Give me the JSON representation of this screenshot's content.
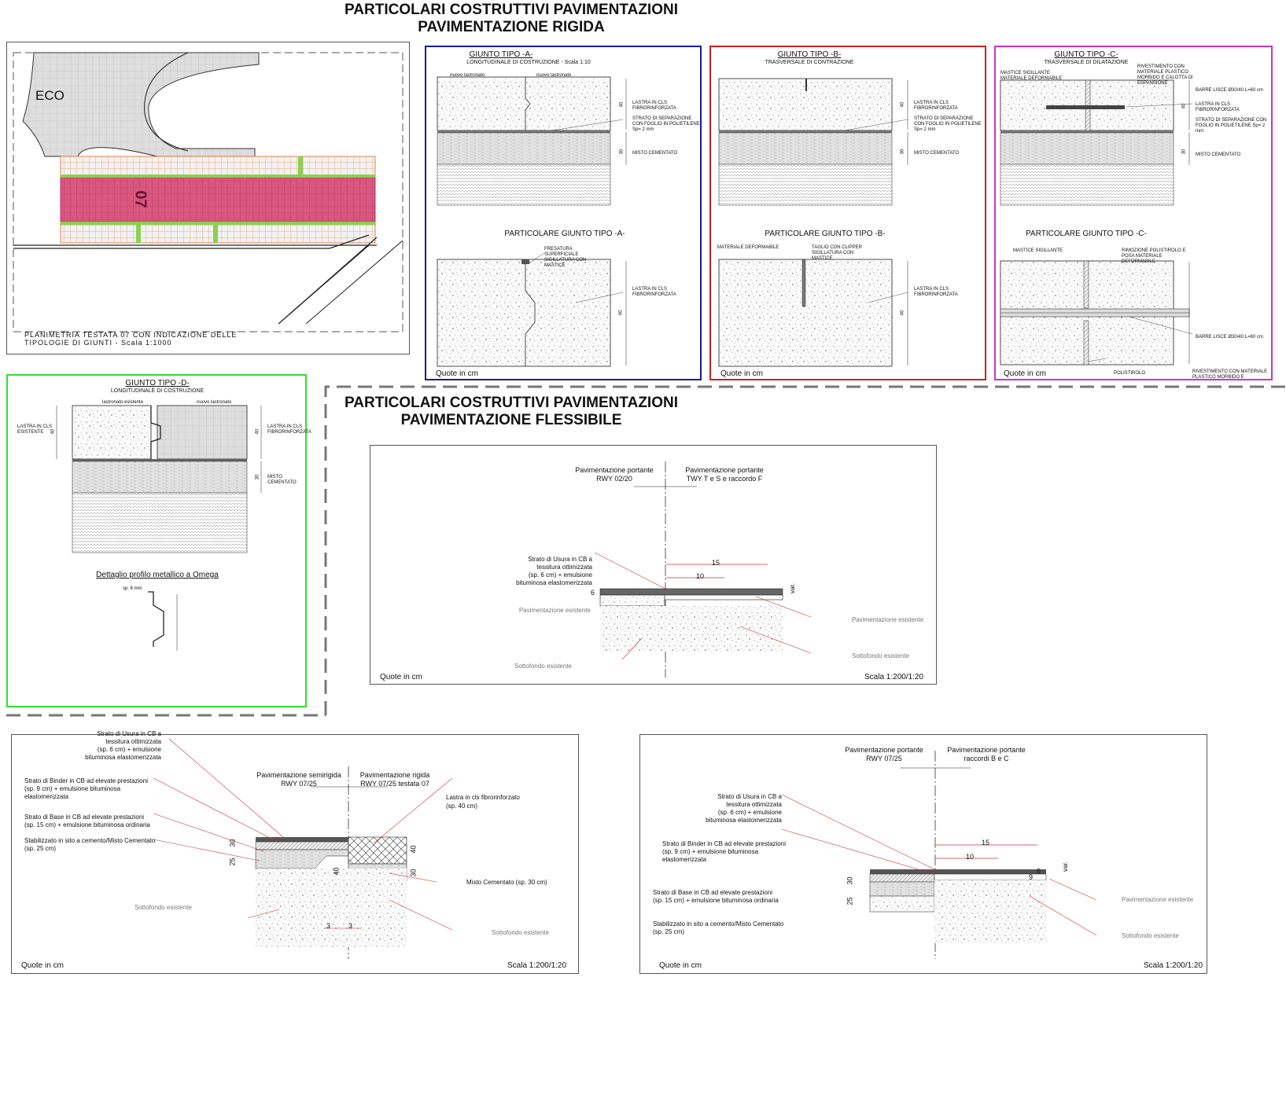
{
  "titles": {
    "rigid_line1": "PARTICOLARI COSTRUTTIVI PAVIMENTAZIONI",
    "rigid_line2": "PAVIMENTAZIONE RIGIDA",
    "flex_line1": "PARTICOLARI COSTRUTTIVI PAVIMENTAZIONI",
    "flex_line2": "PAVIMENTAZIONE FLESSIBILE"
  },
  "plan": {
    "label_eco": "ECO",
    "runway_label": "07",
    "caption1": "PLANIMETRIA TESTATA 07 CON INDICAZIONE DELLE",
    "caption2": "TIPOLOGIE DI GIUNTI - Scala 1:1000"
  },
  "joint_a": {
    "title": "GIUNTO TIPO -A-",
    "subtitle": "LONGITUDINALE DI COSTRUZIONE - Scala 1:10",
    "top_left": "nuovo lastronato",
    "top_right": "nuovo lastronato",
    "lbl_slab": "LASTRA IN CLS FIBRORINFORZATA",
    "lbl_sep": "STRATO DI SEPARAZIONE CON FOGLIO IN POLIETILENE Sp= 2 mm",
    "lbl_misto": "MISTO CEMENTATO",
    "dim_40": "40",
    "dim_30": "30",
    "detail_title": "PARTICOLARE GIUNTO TIPO -A-",
    "detail_lbl1": "FRESATURA SUPERFICIALE SIGILLATURA CON MASTICE",
    "detail_lbl2": "LASTRA IN CLS FIBRORINFORZATA",
    "detail_dim": "40",
    "quote": "Quote in cm"
  },
  "joint_b": {
    "title": "GIUNTO TIPO -B-",
    "subtitle": "TRASVERSALE DI CONTRAZIONE",
    "lbl_slab": "LASTRA IN CLS FIBRORINFORZATA",
    "lbl_sep": "STRATO DI SEPARAZIONE CON FOGLIO IN POLIETILENE Sp= 2 mm",
    "lbl_misto": "MISTO CEMENTATO",
    "dim_40": "40",
    "dim_30": "30",
    "detail_title": "PARTICOLARE GIUNTO TIPO -B-",
    "detail_lbl0": "MATERIALE DEFORMABILE",
    "detail_lbl1": "TAGLIO CON CLIPPER SIGILLATURA CON MASTICE",
    "detail_lbl2": "LASTRA IN CLS FIBRORINFORZATA",
    "detail_dim": "40",
    "quote": "Quote in cm"
  },
  "joint_c": {
    "title": "GIUNTO TIPO -C-",
    "subtitle": "TRASVERSALE DI DILATAZIONE",
    "lbl_mastice": "MASTICE SIGILLANTE",
    "lbl_deform": "MATERIALE DEFORMABILE",
    "lbl_rivest": "RIVESTIMENTO CON MATERIALE PLASTICO MORBIDO E CALOTTA DI ESPANSIONE",
    "lbl_barre": "BARRE LISCE Ø30/40 L=60 cm",
    "lbl_slab": "LASTRA IN CLS FIBRORINFORZATA",
    "lbl_sep": "STRATO DI SEPARAZIONE CON FOGLIO IN POLIETILENE Sp= 2 mm",
    "lbl_misto": "MISTO CEMENTATO",
    "dim_40": "40",
    "dim_30": "30",
    "detail_title": "PARTICOLARE GIUNTO TIPO -C-",
    "detail_lbl_mastice": "MASTICE SIGILLANTE",
    "detail_lbl_rimoz": "RIMOZIONE POLISTIROLO E POSA MATERIALE DEFORMABILE",
    "detail_lbl_barre": "BARRE LISCE Ø30/40 L=60 cm",
    "detail_lbl_poli": "POLISTIROLO",
    "detail_lbl_rivest": "RIVESTIMENTO CON MATERIALE PLASTICO MORBIDO E",
    "quote": "Quote in cm"
  },
  "joint_d": {
    "title": "GIUNTO TIPO -D-",
    "subtitle": "LONGITUDINALE DI COSTRUZIONE",
    "top_left": "lastronato esistente",
    "top_right": "nuovo lastronato",
    "lbl_left": "LASTRA IN CLS ESISTENTE",
    "lbl_right": "LASTRA IN CLS FIBRORINFORZATA",
    "lbl_misto": "MISTO CEMENTATO",
    "dim_40": "40",
    "dim_30": "30",
    "omega_title": "Dettaglio profilo metallico a Omega",
    "omega_sp": "sp. 6 mm"
  },
  "flex_main": {
    "left_head": "Pavimentazione portante\nRWY 02/20",
    "right_head": "Pavimentazione portante\nTWY T e S e raccordo F",
    "usura": "Strato di Usura in CB a\ntessitura ottimizzata\n(sp. 6 cm) + emulsione\nbituminosa elastomerizzata",
    "pav_esist_left": "Pavimentazione esistente",
    "sottofondo_left": "Sottofondo esistente",
    "pav_esist_right": "Pavimentazione esistente",
    "sottofondo_right": "Sottofondo esistente",
    "dim_15": "15",
    "dim_10": "10",
    "dim_6": "6",
    "dim_var": "var.",
    "quote": "Quote in cm",
    "scale": "Scala 1:200/1:20"
  },
  "flex_left": {
    "left_head": "Pavimentazione semirigida\nRWY 07/25",
    "right_head": "Pavimentazione rigida\nRWY 07/25 testata 07",
    "usura": "Strato di Usura in CB a\ntessitura ottimizzata\n(sp. 6 cm) + emulsione\nbituminosa elastomerizzata",
    "binder": "Strato di Binder in CB ad elevate prestazioni\n(sp. 9 cm) + emulsione bituminosa\nelastomerizzata",
    "base": "Strato di Base in CB ad elevate prestazioni\n(sp. 15 cm) + emulsione bituminosa ordinaria",
    "stabil": "Stabilizzato in sito a cemento/Misto Cementato\n(sp. 25 cm)",
    "sottofondo": "Sottofondo esistente",
    "lastra": "Lastra in cls fibrorinforzato\n(sp. 40 cm)",
    "misto": "Misto Cementato (sp. 30 cm)",
    "sottofondo_right": "Sottofondo esistente",
    "dim_30": "30",
    "dim_25": "25",
    "dim_40": "40",
    "dim_40b": "40",
    "dim_30b": "30",
    "dim_3a": "3",
    "dim_3b": "3",
    "quote": "Quote in cm",
    "scale": "Scala 1:200/1:20"
  },
  "flex_right": {
    "left_head": "Pavimentazione portante\nRWY 07/25",
    "right_head": "Pavimentazione portante\nraccordi B e C",
    "usura": "Strato di Usura in CB a\ntessitura ottimizzata\n(sp. 6 cm) + emulsione\nbituminosa elastomerizzata",
    "binder": "Strato di Binder in CB ad elevate prestazioni\n(sp. 9 cm) + emulsione bituminosa\nelastomerizzata",
    "base": "Strato di Base in CB ad elevate prestazioni\n(sp. 15 cm) + emulsione bituminosa ordinaria",
    "stabil": "Stabilizzato in sito a cemento/Misto Cementato\n(sp. 25 cm)",
    "pav_esist": "Pavimentazione esistente",
    "sottofondo": "Sottofondo esistente",
    "dim_15": "15",
    "dim_10": "10",
    "dim_6": "6",
    "dim_9": "9",
    "dim_30": "30",
    "dim_25": "25",
    "dim_var": "var.",
    "quote": "Quote in cm",
    "scale": "Scala 1:200/1:20"
  },
  "colors": {
    "frame_a": "#1a1aa0",
    "frame_b": "#cc2020",
    "frame_c": "#cc33cc",
    "frame_d": "#33dd33",
    "leader": "#cc3333",
    "slab_red": "#d0406a",
    "slab_orange": "#f0a070",
    "slab_green": "#88cc44"
  }
}
